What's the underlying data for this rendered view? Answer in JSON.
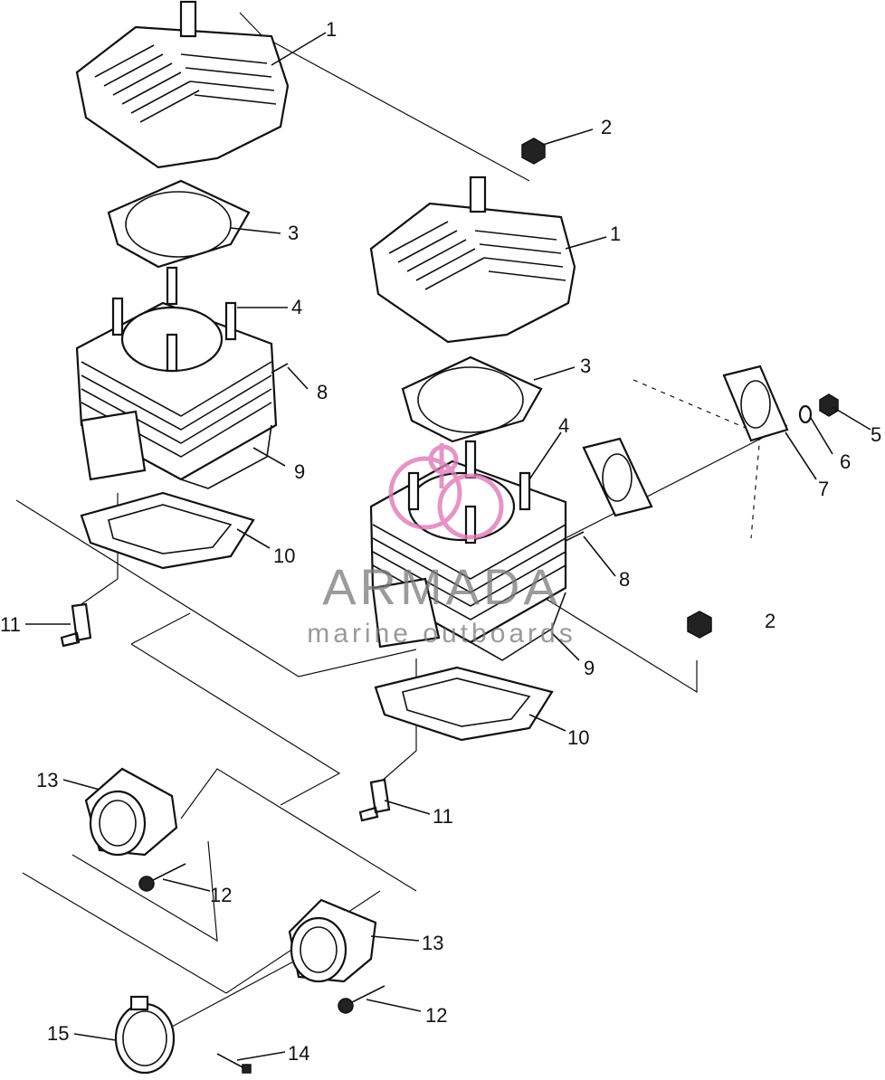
{
  "watermark": {
    "brand": "ARMADA",
    "tagline": "marine outboards",
    "accent_color": "#e07ab8"
  },
  "callouts": [
    {
      "id": "c1a",
      "text": "1"
    },
    {
      "id": "c1b",
      "text": "1"
    },
    {
      "id": "c2a",
      "text": "2"
    },
    {
      "id": "c2b",
      "text": "2"
    },
    {
      "id": "c3a",
      "text": "3"
    },
    {
      "id": "c3b",
      "text": "3"
    },
    {
      "id": "c4a",
      "text": "4"
    },
    {
      "id": "c4b",
      "text": "4"
    },
    {
      "id": "c5",
      "text": "5"
    },
    {
      "id": "c6",
      "text": "6"
    },
    {
      "id": "c7",
      "text": "7"
    },
    {
      "id": "c8a",
      "text": "8"
    },
    {
      "id": "c8b",
      "text": "8"
    },
    {
      "id": "c9a",
      "text": "9"
    },
    {
      "id": "c9b",
      "text": "9"
    },
    {
      "id": "c10a",
      "text": "10"
    },
    {
      "id": "c10b",
      "text": "10"
    },
    {
      "id": "c11a",
      "text": "11"
    },
    {
      "id": "c11b",
      "text": "11"
    },
    {
      "id": "c12a",
      "text": "12"
    },
    {
      "id": "c12b",
      "text": "12"
    },
    {
      "id": "c13a",
      "text": "13"
    },
    {
      "id": "c13b",
      "text": "13"
    },
    {
      "id": "c14",
      "text": "14"
    },
    {
      "id": "c15",
      "text": "15"
    }
  ]
}
